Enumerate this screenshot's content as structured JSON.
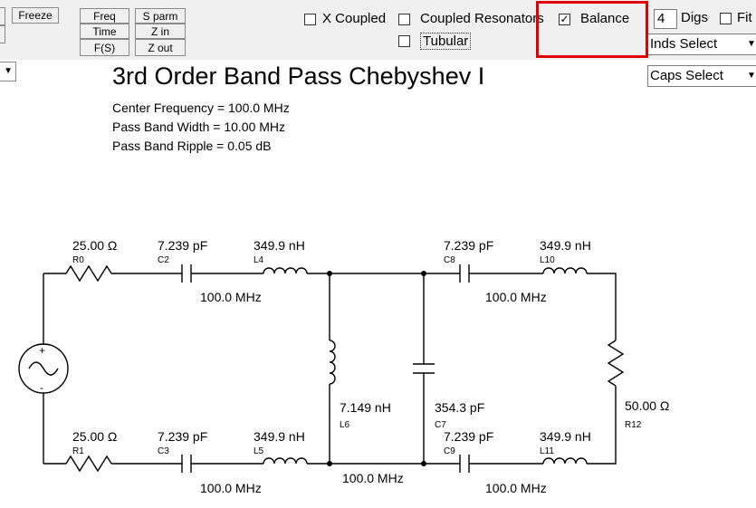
{
  "toolbar": {
    "freeze_label": "Freeze",
    "freq_label": "Freq",
    "time_label": "Time",
    "fs_label": "F(S)",
    "sparm_label": "S parm",
    "zin_label": "Z in",
    "zout_label": "Z out",
    "x_coupled": {
      "label": "X Coupled",
      "checked": false
    },
    "coupled_resonators": {
      "label": "Coupled Resonators",
      "checked": false
    },
    "tubular": {
      "label": "Tubular",
      "checked": false
    },
    "balance": {
      "label": "Balance",
      "checked": true
    },
    "digits_value": "4",
    "digits_label": "Digs",
    "fit_label": "Fit",
    "inds_select": "Inds Select",
    "caps_select": "Caps Select"
  },
  "filter": {
    "title": "3rd Order Band Pass Chebyshev I",
    "center_frequency": "Center Frequency = 100.0 MHz",
    "pass_band_width": "Pass Band Width = 10.00 MHz",
    "pass_band_ripple": "Pass Band Ripple = 0.05 dB"
  },
  "schematic": {
    "R0": {
      "value": "25.00 Ω",
      "ref": "R0"
    },
    "C2": {
      "value": "7.239 pF",
      "ref": "C2"
    },
    "L4": {
      "value": "349.9 nH",
      "ref": "L4"
    },
    "res1": "100.0 MHz",
    "C8": {
      "value": "7.239 pF",
      "ref": "C8"
    },
    "L10": {
      "value": "349.9 nH",
      "ref": "L10"
    },
    "res2": "100.0 MHz",
    "L6": {
      "value": "7.149 nH",
      "ref": "L6"
    },
    "C7": {
      "value": "354.3 pF",
      "ref": "C7"
    },
    "R12": {
      "value": "50.00 Ω",
      "ref": "R12"
    },
    "R1": {
      "value": "25.00 Ω",
      "ref": "R1"
    },
    "C3": {
      "value": "7.239 pF",
      "ref": "C3"
    },
    "L5": {
      "value": "349.9 nH",
      "ref": "L5"
    },
    "res3": "100.0 MHz",
    "res_mid": "100.0 MHz",
    "C9": {
      "value": "7.239 pF",
      "ref": "C9"
    },
    "L11": {
      "value": "349.9 nH",
      "ref": "L11"
    },
    "res4": "100.0 MHz",
    "source_plus": "+",
    "source_minus": "-"
  }
}
